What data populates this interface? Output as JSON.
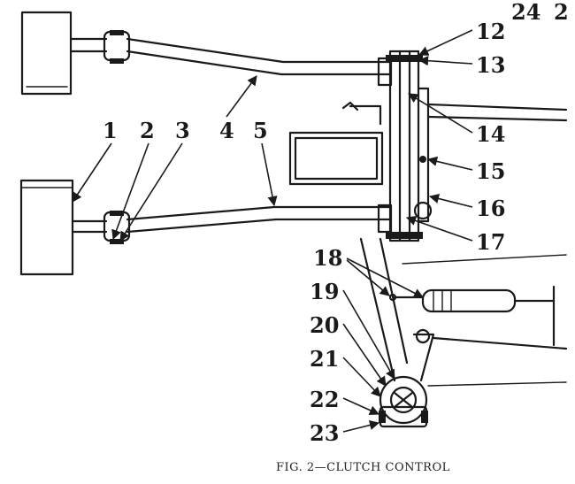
{
  "figure": {
    "caption": "FIG. 2—CLUTCH CONTROL",
    "callouts": [
      "1",
      "2",
      "3",
      "4",
      "5",
      "12",
      "13",
      "14",
      "15",
      "16",
      "17",
      "18",
      "19",
      "20",
      "21",
      "22",
      "23"
    ],
    "edge_labels": [
      "24",
      "2"
    ],
    "ink_color": "#1a1a1a",
    "paper_color": "#ffffff"
  }
}
